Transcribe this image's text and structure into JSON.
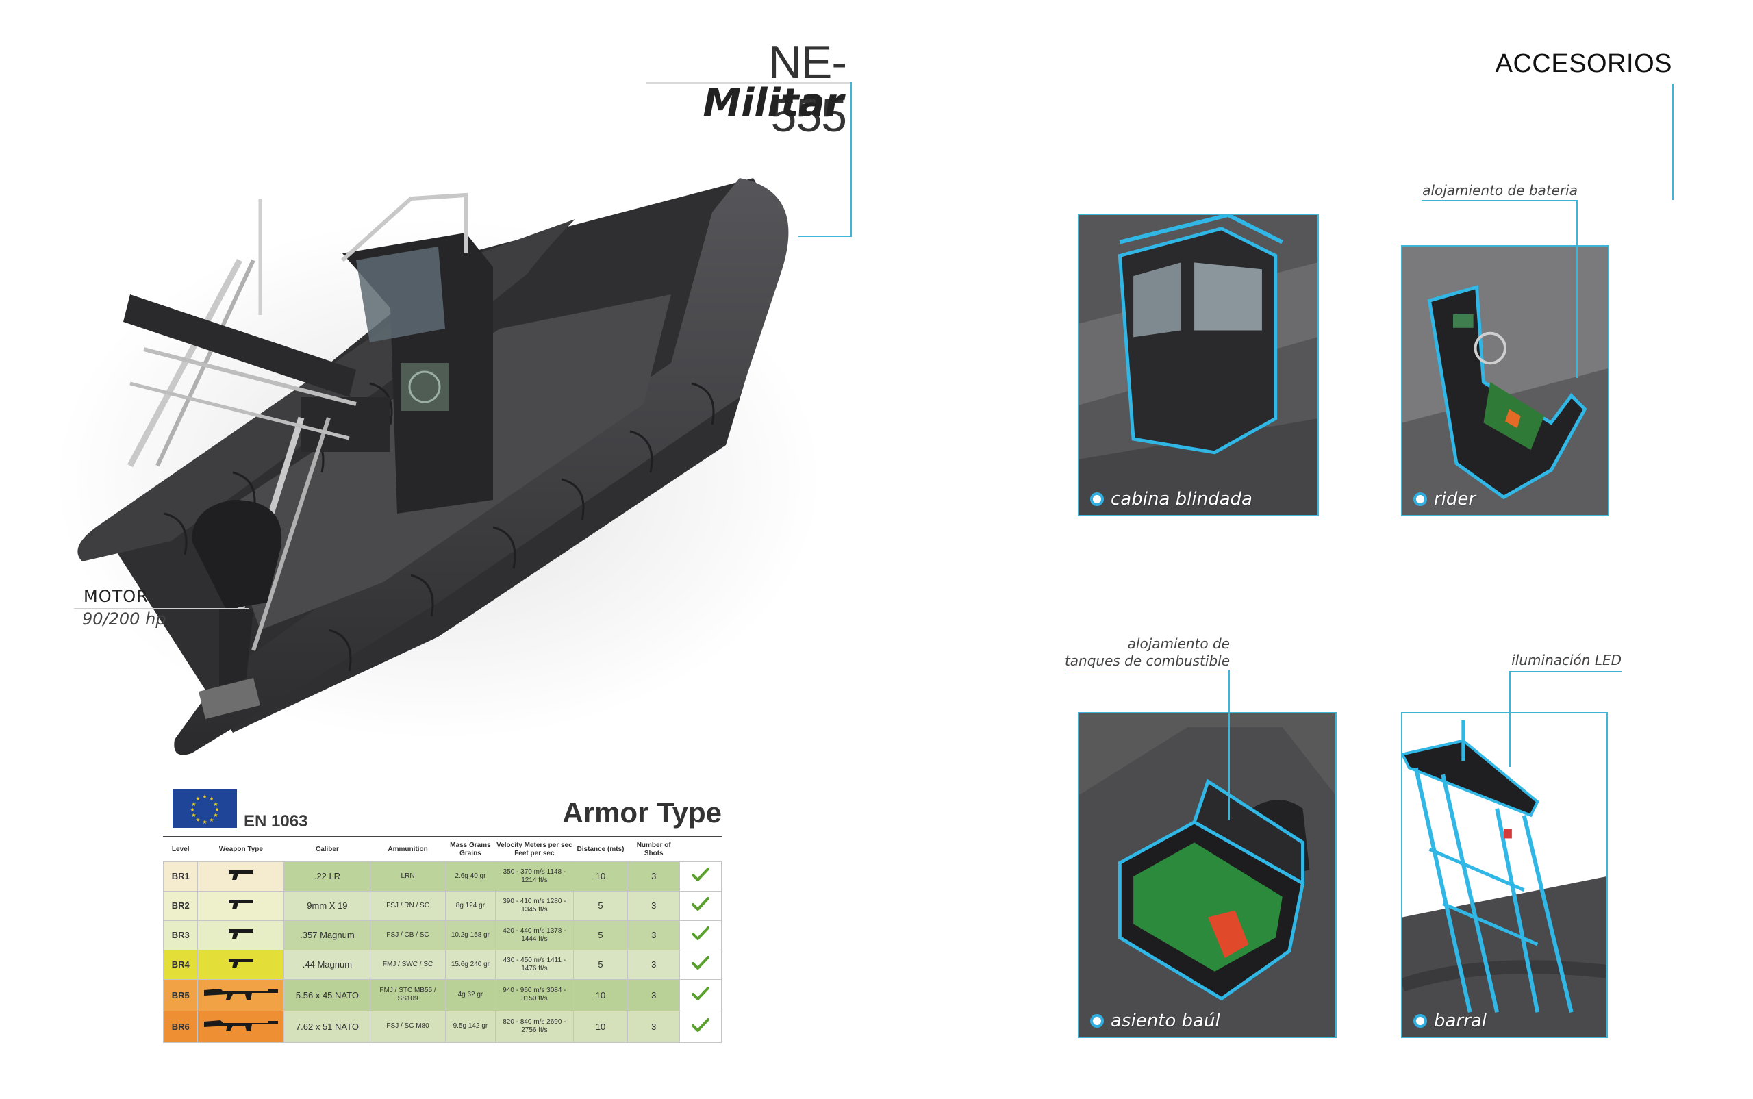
{
  "product": {
    "model": "NE- 555",
    "variant": "Militar",
    "motor_label": "MOTOR",
    "motor_value": "90/200 hp"
  },
  "armor": {
    "standard": "EN 1063",
    "title": "Armor Type",
    "headers": [
      "Level",
      "Weapon Type",
      "Caliber",
      "Ammunition",
      "Mass Grams Grains",
      "Velocity Meters per sec Feet per sec",
      "Distance (mts)",
      "Number of Shots"
    ],
    "rows": [
      {
        "level": "BR1",
        "weapon": "pistol-icon",
        "caliber": ".22 LR",
        "ammo": "LRN",
        "mass": "2.6g 40 gr",
        "velocity": "350 - 370 m/s 1148 - 1214 ft/s",
        "distance": "10",
        "shots": "3",
        "level_color": "#f5ecd0",
        "cell_color": "#bcd39c"
      },
      {
        "level": "BR2",
        "weapon": "pistol-icon",
        "caliber": "9mm X 19",
        "ammo": "FSJ / RN / SC",
        "mass": "8g 124 gr",
        "velocity": "390 - 410 m/s 1280 - 1345 ft/s",
        "distance": "5",
        "shots": "3",
        "level_color": "#eef0cc",
        "cell_color": "#d7e4bf"
      },
      {
        "level": "BR3",
        "weapon": "pistol-icon",
        "caliber": ".357 Magnum",
        "ammo": "FSJ / CB / SC",
        "mass": "10.2g 158 gr",
        "velocity": "420 - 440 m/s 1378 - 1444 ft/s",
        "distance": "5",
        "shots": "3",
        "level_color": "#e7eec5",
        "cell_color": "#c2d7a4"
      },
      {
        "level": "BR4",
        "weapon": "pistol-icon",
        "caliber": ".44 Magnum",
        "ammo": "FMJ / SWC / SC",
        "mass": "15.6g 240 gr",
        "velocity": "430 - 450 m/s 1411 - 1476 ft/s",
        "distance": "5",
        "shots": "3",
        "level_color": "#e4df38",
        "cell_color": "#d9e5c2"
      },
      {
        "level": "BR5",
        "weapon": "rifle-icon",
        "caliber": "5.56 x 45 NATO",
        "ammo": "FMJ / STC MB55 / SS109",
        "mass": "4g 62 gr",
        "velocity": "940 - 960 m/s 3084 - 3150 ft/s",
        "distance": "10",
        "shots": "3",
        "level_color": "#f0a245",
        "cell_color": "#b9d197"
      },
      {
        "level": "BR6",
        "weapon": "rifle-icon",
        "caliber": "7.62 x 51 NATO",
        "ammo": "FSJ / SC M80",
        "mass": "9.5g 142 gr",
        "velocity": "820 - 840 m/s 2690 - 2756 ft/s",
        "distance": "10",
        "shots": "3",
        "level_color": "#ee8f33",
        "cell_color": "#d4e1bb"
      }
    ],
    "check_icon": "check-icon",
    "check_color": "#5aa02c"
  },
  "accessories": {
    "title": "ACCESORIOS",
    "items": [
      {
        "caption": "cabina blindada",
        "callout": ""
      },
      {
        "caption": "rider",
        "callout": "alojamiento de bateria"
      },
      {
        "caption": "asiento baúl",
        "callout": "alojamiento de tanques de combustible"
      },
      {
        "caption": "barral",
        "callout": "iluminación LED"
      }
    ],
    "callouts": {
      "rider": "alojamiento de bateria",
      "tank_line1": "alojamiento de",
      "tank_line2": "tanques de combustible",
      "led": "iluminación LED"
    }
  },
  "colors": {
    "accent": "#3eb4d6",
    "hull": "#3a3a3c",
    "eu_blue": "#1e4597"
  }
}
